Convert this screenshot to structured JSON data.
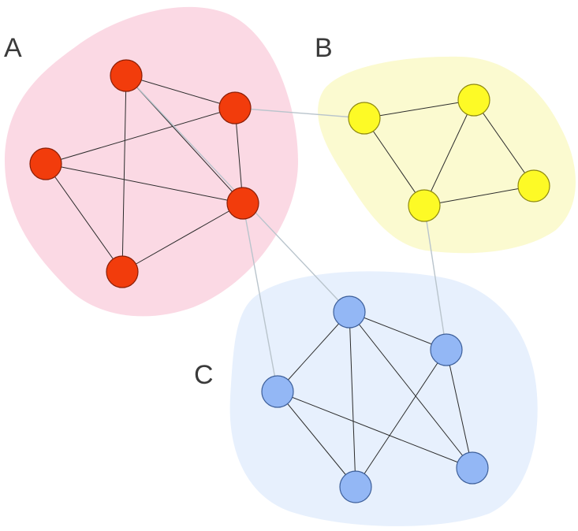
{
  "clusters": [
    {
      "id": "A",
      "label": "A",
      "hull_color": "#fbd9e4",
      "node_fill": "#f23c0c",
      "node_stroke": "#8a1e06"
    },
    {
      "id": "B",
      "label": "B",
      "hull_color": "#fbfad0",
      "node_fill": "#fdfa26",
      "node_stroke": "#8f8a10"
    },
    {
      "id": "C",
      "label": "C",
      "hull_color": "#e7f0fd",
      "node_fill": "#93b7f5",
      "node_stroke": "#3d5f9a"
    }
  ],
  "nodes": [
    {
      "id": "a1",
      "cluster": "A"
    },
    {
      "id": "a2",
      "cluster": "A"
    },
    {
      "id": "a3",
      "cluster": "A"
    },
    {
      "id": "a4",
      "cluster": "A"
    },
    {
      "id": "a5",
      "cluster": "A"
    },
    {
      "id": "b1",
      "cluster": "B"
    },
    {
      "id": "b2",
      "cluster": "B"
    },
    {
      "id": "b3",
      "cluster": "B"
    },
    {
      "id": "b4",
      "cluster": "B"
    },
    {
      "id": "c1",
      "cluster": "C"
    },
    {
      "id": "c2",
      "cluster": "C"
    },
    {
      "id": "c3",
      "cluster": "C"
    },
    {
      "id": "c4",
      "cluster": "C"
    },
    {
      "id": "c5",
      "cluster": "C"
    }
  ],
  "edges": [
    {
      "from": "a1",
      "to": "a2",
      "kind": "intra"
    },
    {
      "from": "a1",
      "to": "a4",
      "kind": "intra"
    },
    {
      "from": "a1",
      "to": "a5",
      "kind": "intra"
    },
    {
      "from": "a2",
      "to": "a3",
      "kind": "intra"
    },
    {
      "from": "a2",
      "to": "a4",
      "kind": "intra"
    },
    {
      "from": "a3",
      "to": "a4",
      "kind": "intra"
    },
    {
      "from": "a3",
      "to": "a5",
      "kind": "intra"
    },
    {
      "from": "a4",
      "to": "a5",
      "kind": "intra"
    },
    {
      "from": "b1",
      "to": "b2",
      "kind": "intra"
    },
    {
      "from": "b1",
      "to": "b3",
      "kind": "intra"
    },
    {
      "from": "b2",
      "to": "b3",
      "kind": "intra"
    },
    {
      "from": "b2",
      "to": "b4",
      "kind": "intra"
    },
    {
      "from": "b3",
      "to": "b4",
      "kind": "intra"
    },
    {
      "from": "c1",
      "to": "c3",
      "kind": "intra"
    },
    {
      "from": "c1",
      "to": "c4",
      "kind": "intra"
    },
    {
      "from": "c1",
      "to": "c5",
      "kind": "intra"
    },
    {
      "from": "c2",
      "to": "c3",
      "kind": "intra"
    },
    {
      "from": "c2",
      "to": "c4",
      "kind": "intra"
    },
    {
      "from": "c2",
      "to": "c5",
      "kind": "intra"
    },
    {
      "from": "c3",
      "to": "c4",
      "kind": "intra"
    },
    {
      "from": "c3",
      "to": "c5",
      "kind": "intra"
    },
    {
      "from": "a2",
      "to": "b1",
      "kind": "inter"
    },
    {
      "from": "a4",
      "to": "c1",
      "kind": "inter"
    },
    {
      "from": "a1",
      "to": "c3",
      "kind": "inter"
    },
    {
      "from": "b3",
      "to": "c2",
      "kind": "inter"
    }
  ]
}
